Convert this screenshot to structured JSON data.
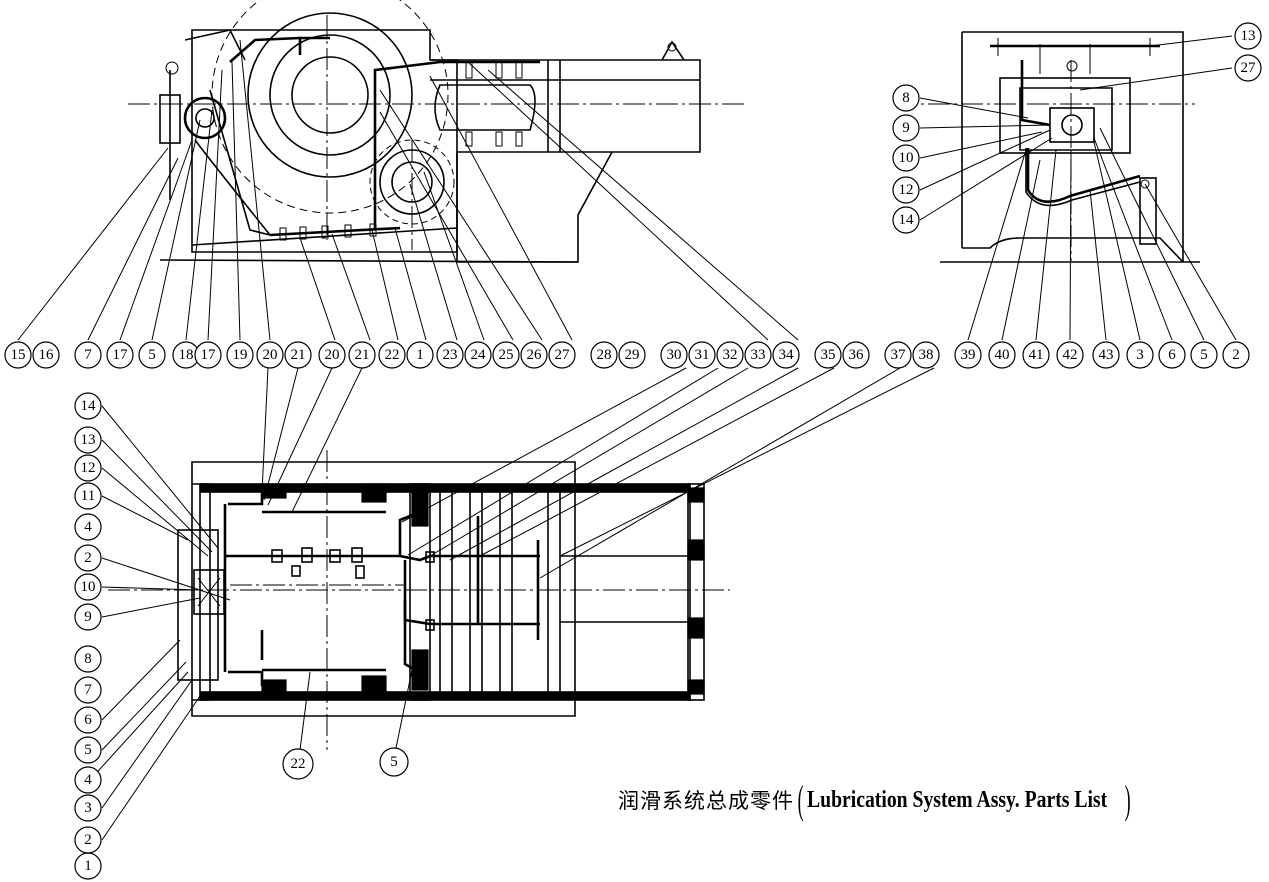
{
  "title_cn": "润滑系统总成零件",
  "title_en": "Lubrication System Assy. Parts List",
  "title_open": "(",
  "title_close": ")",
  "side_view_labels": [
    "15",
    "16",
    "7",
    "17",
    "5",
    "18",
    "17",
    "19",
    "20",
    "21",
    "20",
    "21",
    "22",
    "1",
    "23",
    "24",
    "25",
    "26",
    "27",
    "28",
    "29",
    "30",
    "31",
    "32",
    "33",
    "34",
    "35",
    "36",
    "37",
    "38"
  ],
  "end_view_labels": [
    "13",
    "27",
    "8",
    "9",
    "10",
    "12",
    "14",
    "39",
    "40",
    "41",
    "42",
    "43",
    "3",
    "6",
    "5",
    "2"
  ],
  "plan_view_left_labels": [
    "14",
    "13",
    "12",
    "11",
    "4",
    "2",
    "10",
    "9",
    "8",
    "7",
    "6",
    "5",
    "4",
    "3",
    "2",
    "1"
  ],
  "plan_view_bottom_labels": [
    "22",
    "5"
  ]
}
